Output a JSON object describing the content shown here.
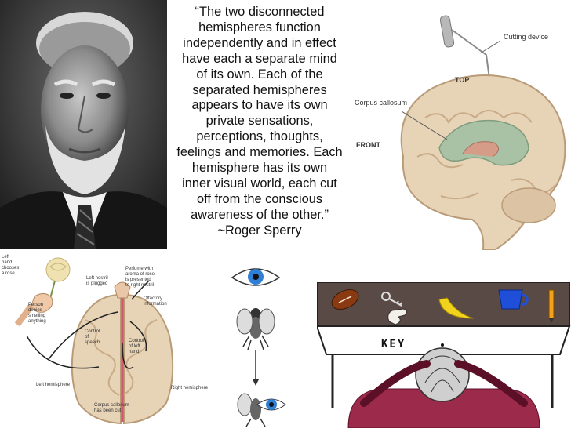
{
  "quote": {
    "lines": [
      "“The two disconnected",
      "hemispheres function",
      "independently and in effect",
      "have each a separate mind",
      "of its own. Each of the",
      "separated hemispheres",
      "appears to have its own",
      "private sensations,",
      "perceptions, thoughts,",
      "feelings and memories. Each",
      "hemisphere has its own",
      "inner visual world, each cut",
      "off from the conscious",
      "awareness of the other.”",
      "~Roger Sperry"
    ]
  },
  "brain_diagram": {
    "cutting_device": "Cutting device",
    "top": "TOP",
    "corpus_callosum": "Corpus callosum",
    "front": "FRONT"
  },
  "olfactory_diagram": {
    "left_hand": [
      "Left",
      "hand",
      "chooses",
      "a rose"
    ],
    "left_nostril": [
      "Left nostril",
      "is plugged"
    ],
    "perfume": [
      "Perfume with",
      "aroma of rose",
      "is presented",
      "to right nostril"
    ],
    "olfactory_info": [
      "Olfactory",
      "information"
    ],
    "person_denies": [
      "Person",
      "denies",
      "smelling",
      "anything"
    ],
    "control_speech": [
      "Control",
      "of",
      "speech"
    ],
    "control_left_hand": [
      "Control",
      "of left",
      "hand"
    ],
    "left_hemisphere": "Left hemisphere",
    "right_hemisphere": "Right hemisphere",
    "corpus_cut": [
      "Corpus callosum",
      "has been cut"
    ]
  },
  "key_scene": {
    "key_label": "KEY"
  },
  "icons": {
    "eye": "eye-icon",
    "fly": "fly-icon",
    "football": "football-icon",
    "key": "key-icon",
    "hand": "hand-icon",
    "banana": "banana-icon",
    "cup": "cup-icon",
    "pencil": "pencil-icon"
  },
  "colors": {
    "brain_tan": "#e7d3b6",
    "callosum_green": "#a9c2a6",
    "table_brown": "#5a4a45",
    "person_maroon": "#9c2a4a",
    "cup_blue": "#1f4fd8",
    "banana_yellow": "#f1d21c"
  }
}
